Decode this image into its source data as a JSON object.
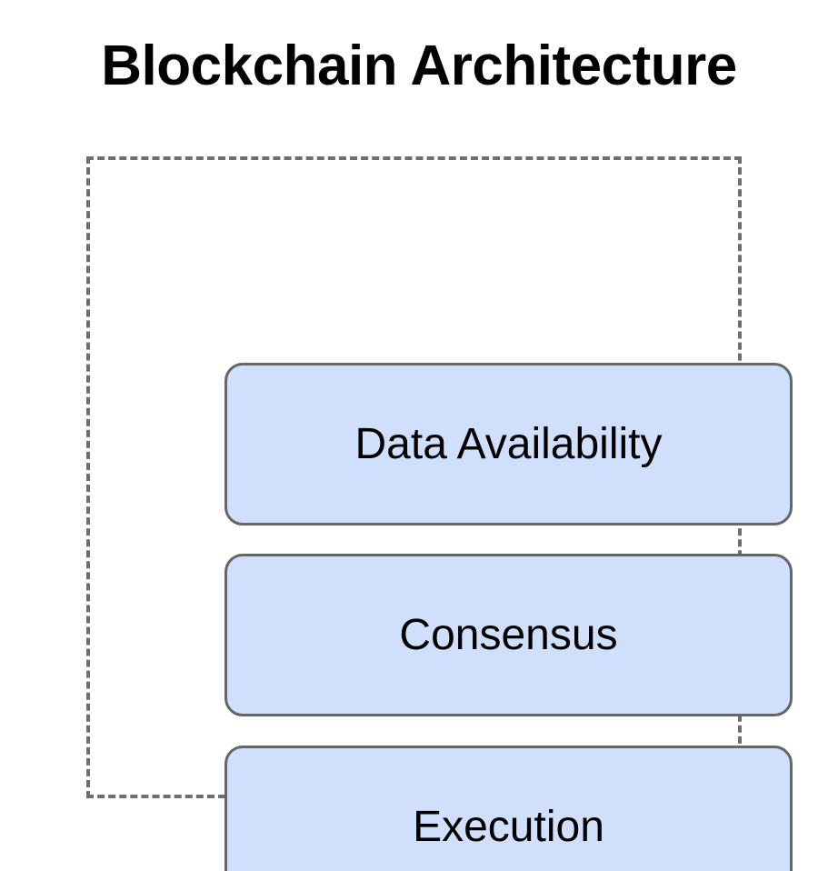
{
  "diagram": {
    "title": "Blockchain Architecture",
    "type": "layered-stack-diagram",
    "background_color": "#ffffff",
    "title_color": "#000000",
    "container": {
      "name": "blockchain-stack",
      "border_style": "dashed",
      "border_color": "#6e6e6e",
      "fill": "none"
    },
    "layers": [
      {
        "label": "Data Availability",
        "order": 1,
        "fill_color": "#cfdffc",
        "border_color": "#666666",
        "text_color": "#000000"
      },
      {
        "label": "Consensus",
        "order": 2,
        "fill_color": "#cfdffc",
        "border_color": "#666666",
        "text_color": "#000000"
      },
      {
        "label": "Execution",
        "order": 3,
        "fill_color": "#cfdffc",
        "border_color": "#666666",
        "text_color": "#000000"
      }
    ]
  }
}
